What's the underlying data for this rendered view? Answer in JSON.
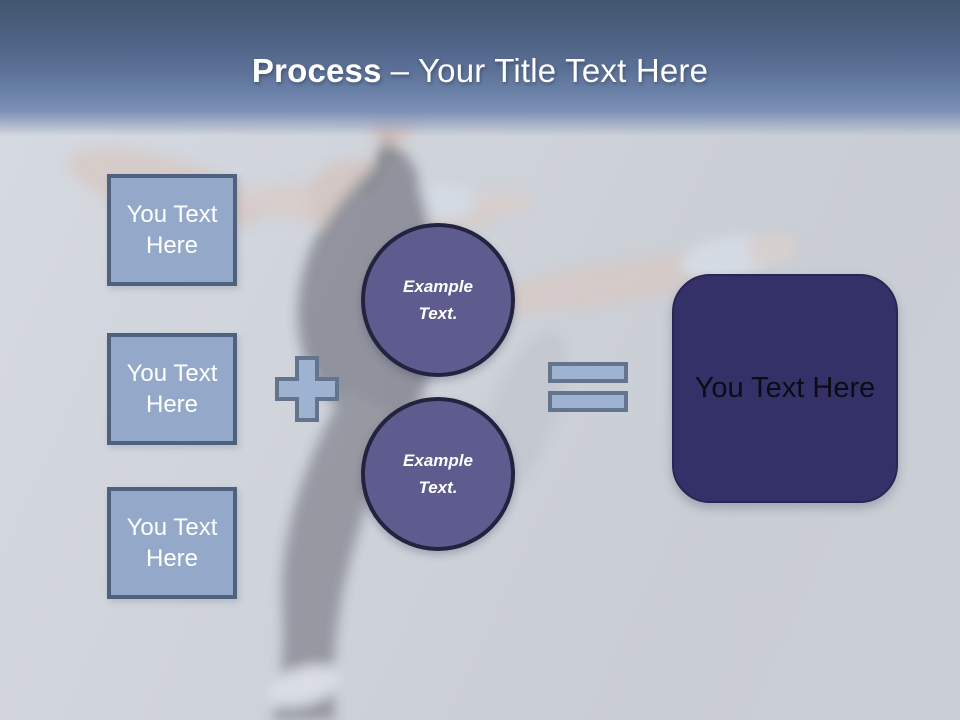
{
  "slide": {
    "header": {
      "title_emphasis": "Process",
      "title_rest": "– Your Title Text Here"
    },
    "input_boxes": [
      {
        "label": "You Text Here"
      },
      {
        "label": "You Text Here"
      },
      {
        "label": "You Text Here"
      }
    ],
    "operators": {
      "plus_icon": "plus-icon",
      "equals_icon": "equals-icon"
    },
    "example_circles": [
      {
        "label": "Example Text."
      },
      {
        "label": "Example Text."
      }
    ],
    "result_box": {
      "label": "You Text Here"
    },
    "background": {
      "description_icon": "dancer-photo-watermark"
    },
    "colors": {
      "header_gradient_top": "#43556d",
      "header_gradient_bottom": "#7e92b6",
      "input_box_fill": "#94a9c9",
      "input_box_border": "#4f617e",
      "operator_fill": "#9db3d1",
      "operator_border": "#64748c",
      "circle_fill": "#5e5c8e",
      "circle_border": "#23233f",
      "result_box_fill": "#343168",
      "result_box_border": "#282655",
      "title_text": "#ffffff",
      "canvas_background": "#ced3da"
    }
  }
}
